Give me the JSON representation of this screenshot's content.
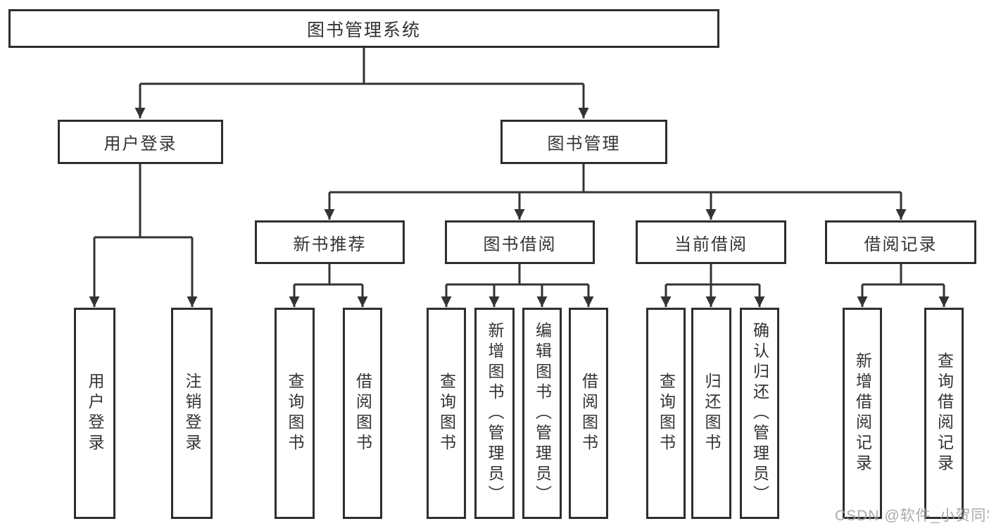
{
  "tree": {
    "label": "图书管理系统",
    "children": [
      {
        "label": "用户登录",
        "children": [
          {
            "label": "用户登录"
          },
          {
            "label": "注销登录"
          }
        ]
      },
      {
        "label": "图书管理",
        "children": [
          {
            "label": "新书推荐",
            "children": [
              {
                "label": "查询图书"
              },
              {
                "label": "借阅图书"
              }
            ]
          },
          {
            "label": "图书借阅",
            "children": [
              {
                "label": "查询图书"
              },
              {
                "label": "新增图书（管理员）"
              },
              {
                "label": "编辑图书（管理员）"
              },
              {
                "label": "借阅图书"
              }
            ]
          },
          {
            "label": "当前借阅",
            "children": [
              {
                "label": "查询图书"
              },
              {
                "label": "归还图书"
              },
              {
                "label": "确认归还（管理员）"
              }
            ]
          },
          {
            "label": "借阅记录",
            "children": [
              {
                "label": "新增借阅记录"
              },
              {
                "label": "查询借阅记录"
              }
            ]
          }
        ]
      }
    ]
  },
  "watermark": {
    "text": "CSDN @软件_小贺同学"
  },
  "colors": {
    "line": "#333333",
    "box_border": "#2e2e2e",
    "text": "#333333",
    "watermark_text": "#a2a2a2",
    "background": "#ffffff"
  }
}
